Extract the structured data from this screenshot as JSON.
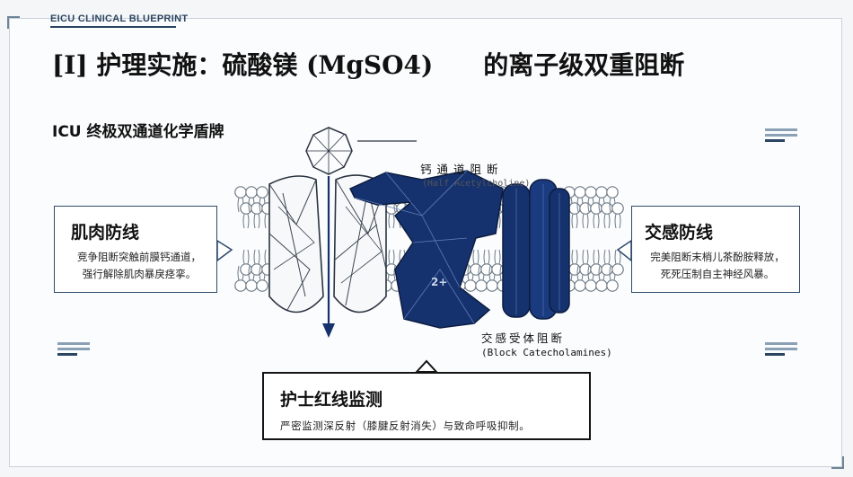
{
  "header": {
    "brand": "EICU CLINICAL BLUEPRINT",
    "title": "[I] 护理实施：硫酸镁 (MgSO4)　　的离子级双重阻断",
    "subtitle": "ICU 终极双通道化学盾牌"
  },
  "diagram": {
    "calcium_label": "钙通道阻断",
    "calcium_label_en": "(Half Acetylcholine)",
    "ion_label": "2+",
    "adrenergic_label": "交感受体阻断",
    "adrenergic_label_en": "(Block Catecholamines)"
  },
  "callouts": {
    "muscle": {
      "title": "肌肉防线",
      "line1": "竞争阻断突触前膜钙通道，",
      "line2": "强行解除肌肉暴戾痉挛。"
    },
    "sympathetic": {
      "title": "交感防线",
      "line1": "完美阻断末梢儿茶酚胺释放，",
      "line2": "死死压制自主神经风暴。"
    },
    "nursing": {
      "title": "护士红线监测",
      "body": "严密监测深反射（膝腱反射消失）与致命呼吸抑制。"
    }
  },
  "colors": {
    "navy": "#16326e",
    "membrane": "#7d8a96",
    "frame": "#1e2f44"
  }
}
